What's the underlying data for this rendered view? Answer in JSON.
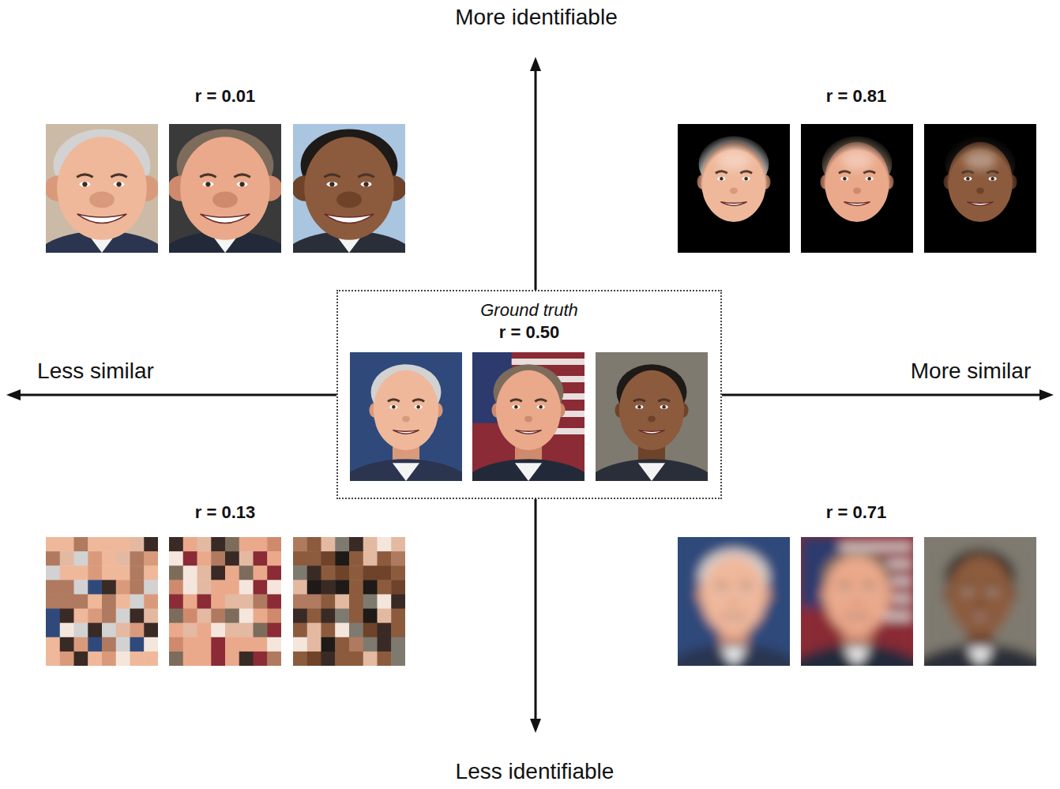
{
  "diagram": {
    "nodes": [
      {
        "text": [
          "Ground truth",
          "r = 0.50"
        ]
      }
    ],
    "labels": [
      "More identifiable",
      "r = 0.01",
      "r = 0.81",
      "Less similar",
      "More similar",
      "r = 0.13",
      "r = 0.71",
      "Less identifiable"
    ]
  }
}
